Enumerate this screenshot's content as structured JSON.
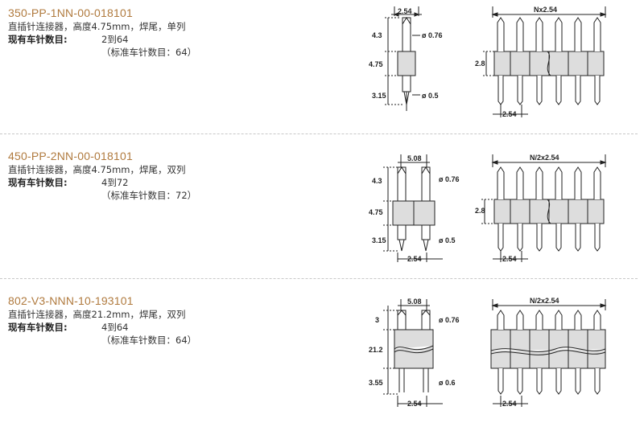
{
  "sections": [
    {
      "part_number": "350-PP-1NN-00-018101",
      "description": "直插针连接器，高度4.75mm，焊尾，单列",
      "pins_label": "现有车针数目:",
      "pins_range": "2到64",
      "pins_standard": "（标准车针数目：64）",
      "dims": {
        "side_pitch": "2.54",
        "top_height": "4.3",
        "body_height": "4.75",
        "tail_length": "3.15",
        "pin_dia_top": "ø 0.76",
        "pin_dia_tail": "ø 0.5",
        "front_width": "Nx2.54",
        "front_body_height": "2.8",
        "front_pitch": "2.54"
      }
    },
    {
      "part_number": "450-PP-2NN-00-018101",
      "description": "直插针连接器，高度4.75mm，焊尾，双列",
      "pins_label": "现有车针数目:",
      "pins_range": "4到72",
      "pins_standard": "（标准车针数目：72）",
      "dims": {
        "side_pitch": "5.08",
        "top_height": "4.3",
        "body_height": "4.75",
        "tail_length": "3.15",
        "pin_dia_top": "ø 0.76",
        "pin_dia_tail": "ø 0.5",
        "bottom_pitch": "2.54",
        "front_width": "N/2x2.54",
        "front_body_height": "2.8",
        "front_pitch": "2.54"
      }
    },
    {
      "part_number": "802-V3-NNN-10-193101",
      "description": "直插针连接器，高度21.2mm，焊尾，双列",
      "pins_label": "现有车针数目:",
      "pins_range": "4到64",
      "pins_standard": "（标准车针数目：64）",
      "dims": {
        "side_pitch": "5.08",
        "top_height": "3",
        "body_height": "21.2",
        "tail_length": "3.55",
        "pin_dia_top": "ø 0.76",
        "pin_dia_tail": "ø 0.6",
        "bottom_pitch": "2.54",
        "front_width": "N/2x2.54",
        "front_pitch": "2.54"
      }
    }
  ]
}
